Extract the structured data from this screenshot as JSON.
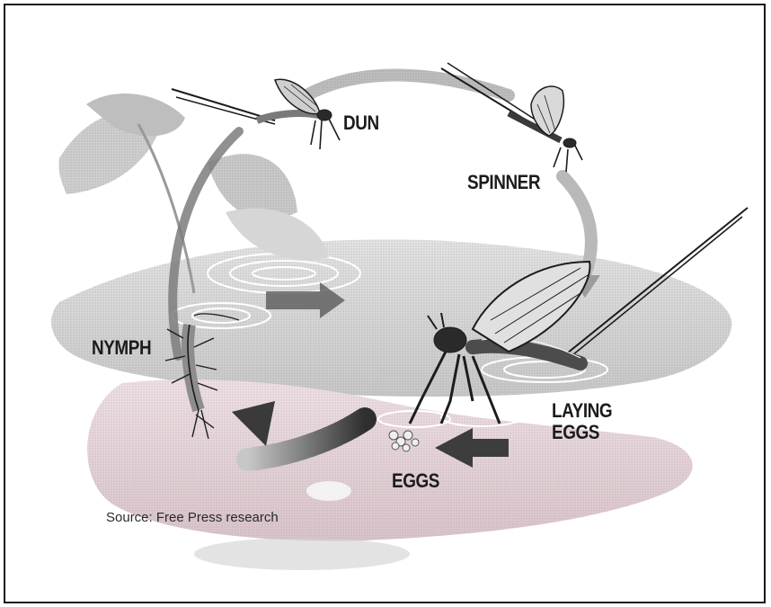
{
  "diagram": {
    "labels": {
      "dun": "DUN",
      "spinner": "SPINNER",
      "nymph": "NYMPH",
      "laying_line1": "LAYING",
      "laying_line2": "EGGS",
      "eggs": "EGGS"
    },
    "source": "Source: Free Press research",
    "colors": {
      "ink": "#1c1c1c",
      "water_light": "#d9d9d9",
      "water_mid": "#bdbdbd",
      "pink_tint": "#e7d3d8",
      "arrow_dark": "#3d3d3d"
    },
    "icons": [
      "mayfly-dun-icon",
      "mayfly-spinner-icon",
      "nymph-icon",
      "adult-mayfly-icon",
      "eggs-icon",
      "cycle-arrow-icon",
      "leaf-icon"
    ]
  }
}
